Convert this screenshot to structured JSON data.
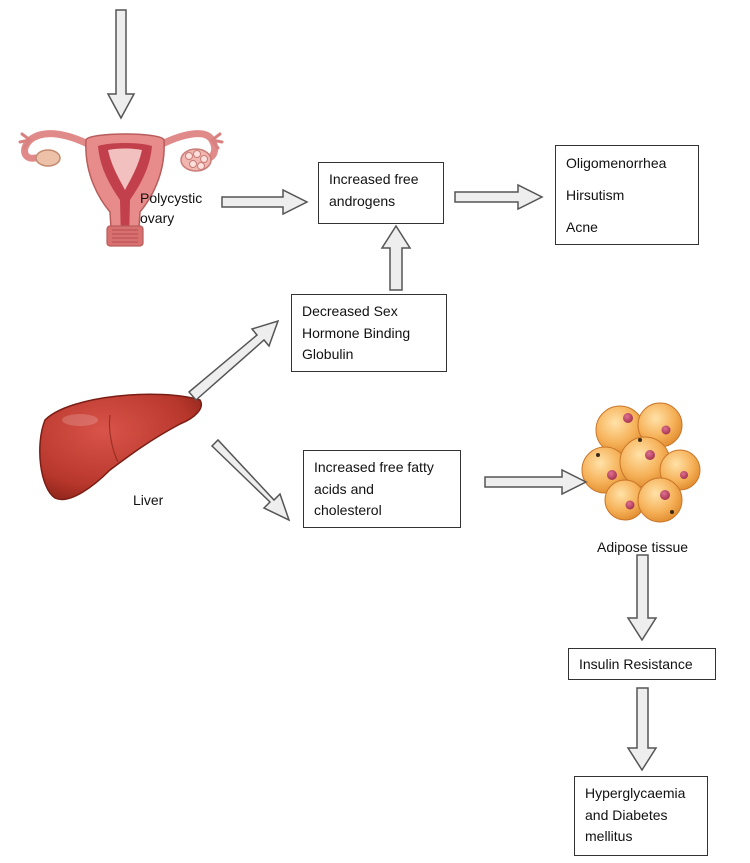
{
  "diagram": {
    "boxes": {
      "free_androgens": [
        "Increased free",
        "androgens"
      ],
      "symptoms": [
        "Oligomenorrhea",
        "Hirsutism",
        "Acne"
      ],
      "shbg": [
        "Decreased Sex",
        "Hormone Binding",
        "Globulin"
      ],
      "ffa": [
        "Increased free fatty",
        "acids and",
        "cholesterol"
      ],
      "insulin": [
        "Insulin Resistance"
      ],
      "hyper": [
        "Hyperglycaemia",
        "and Diabetes",
        "mellitus"
      ]
    },
    "labels": {
      "ovary": [
        "Polycystic",
        "ovary"
      ],
      "liver": "Liver",
      "adipose": "Adipose tissue"
    },
    "colors": {
      "uterus": "#e88b8b",
      "uterus_inner": "#c1404b",
      "liver": "#b8372c",
      "liver_dark": "#8a2218",
      "fat_cell": "#f6b25a",
      "arrow_fill": "#eeeeee",
      "arrow_stroke": "#555555"
    }
  }
}
